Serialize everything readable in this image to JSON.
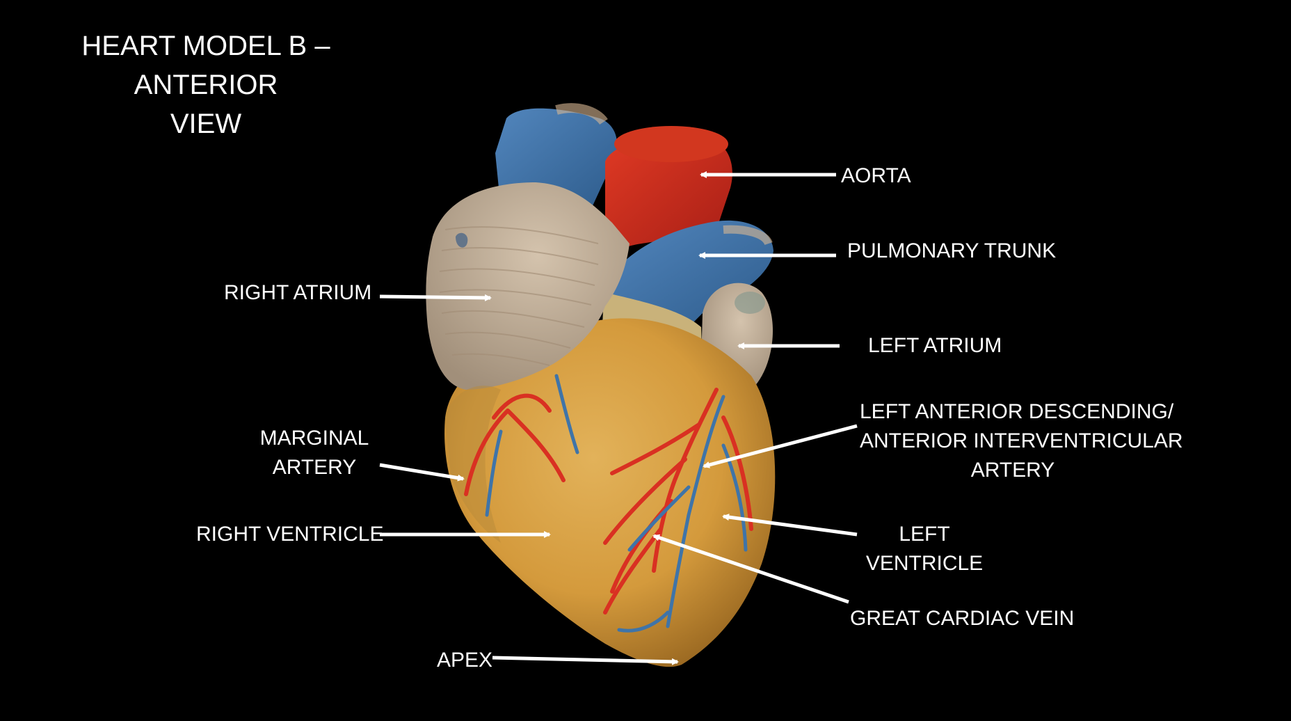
{
  "title": {
    "line1": "HEART MODEL B – ANTERIOR",
    "line2": "VIEW"
  },
  "labels": {
    "aorta": "AORTA",
    "pulmonary_trunk": "PULMONARY TRUNK",
    "right_atrium": "RIGHT ATRIUM",
    "left_atrium": "LEFT ATRIUM",
    "lad": {
      "line1": "LEFT ANTERIOR DESCENDING/",
      "line2": "ANTERIOR INTERVENTRICULAR",
      "line3": "ARTERY"
    },
    "marginal": {
      "line1": "MARGINAL",
      "line2": "ARTERY"
    },
    "right_ventricle": "RIGHT VENTRICLE",
    "left_ventricle": {
      "line1": "LEFT",
      "line2": "VENTRICLE"
    },
    "great_cardiac_vein": "GREAT CARDIAC VEIN",
    "apex": "APEX"
  },
  "colors": {
    "background": "#000000",
    "text": "#ffffff",
    "aorta_red": "#c9281c",
    "vessel_blue": "#3f74a8",
    "atrium_beige": "#c4b29c",
    "ventricle_yellow": "#d7a544",
    "coronary_red": "#d93022"
  }
}
